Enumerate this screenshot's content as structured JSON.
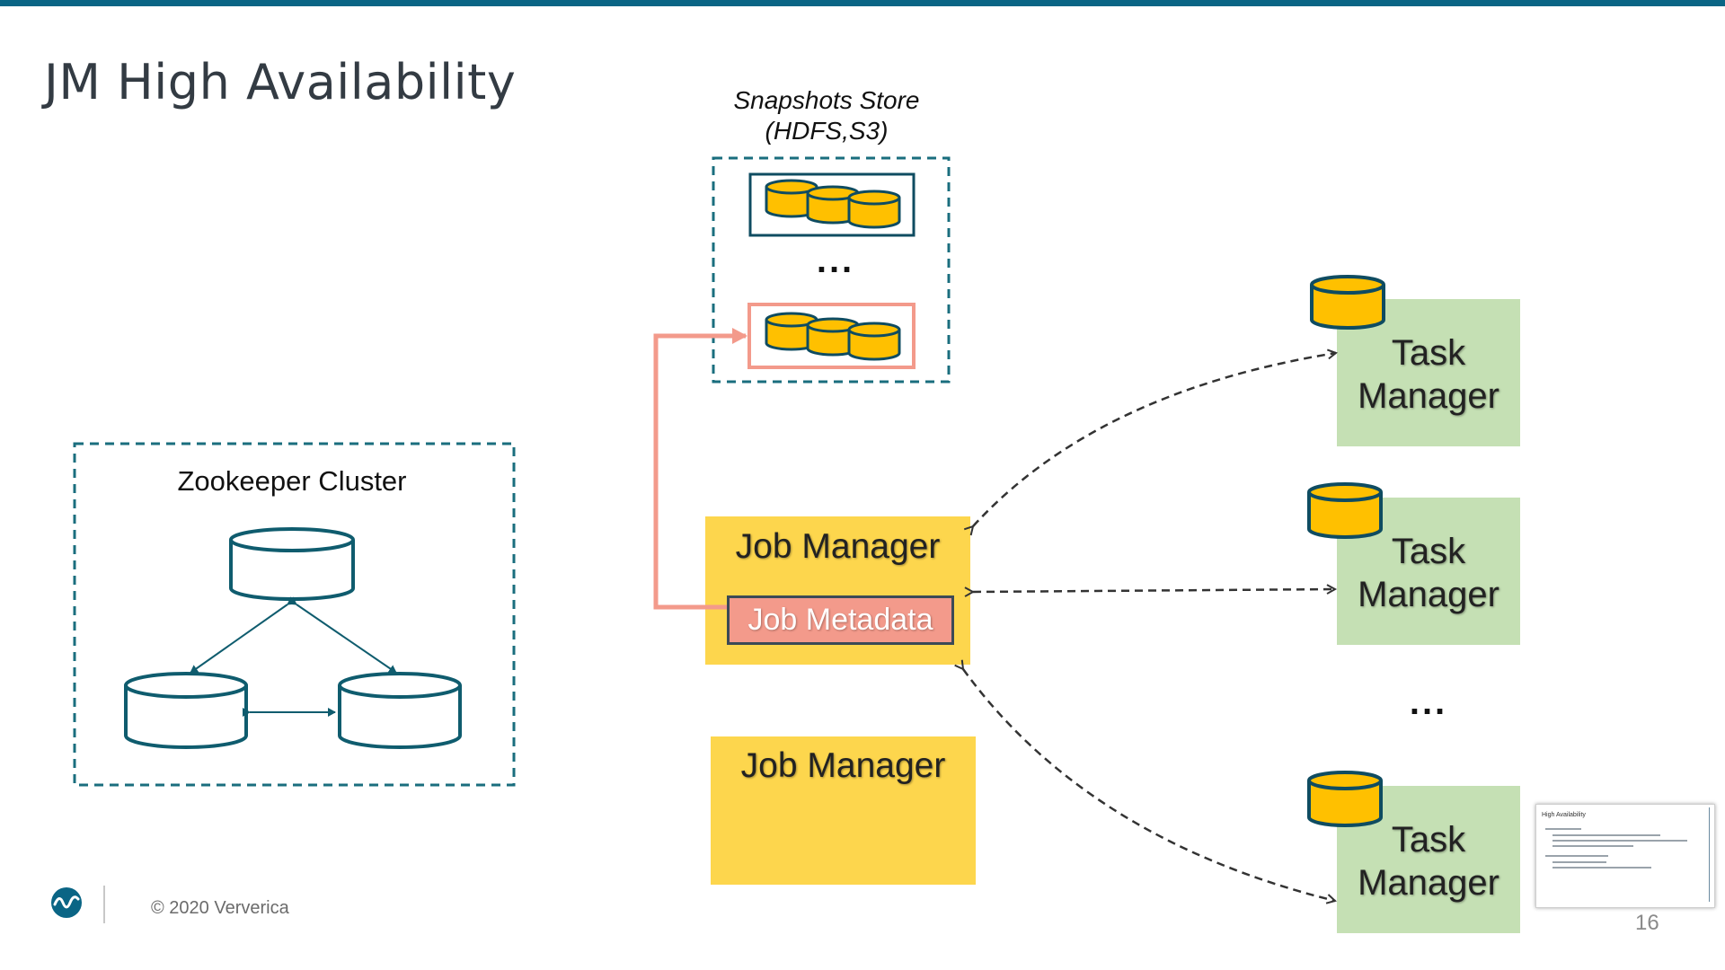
{
  "slide": {
    "title": "JM High Availability",
    "page_number": "16",
    "footer": "© 2020 Ververica",
    "accent_color": "#0a6585"
  },
  "snapshots_store": {
    "title_line1": "Snapshots Store",
    "title_line2": "(HDFS,S3)",
    "ellipsis": "..."
  },
  "zookeeper": {
    "title": "Zookeeper Cluster"
  },
  "job_managers": [
    {
      "label": "Job Manager",
      "metadata_label": "Job Metadata",
      "color": "#fdd64d"
    },
    {
      "label": "Job Manager",
      "color": "#fdd64d"
    }
  ],
  "task_managers": [
    {
      "line1": "Task",
      "line2": "Manager"
    },
    {
      "line1": "Task",
      "line2": "Manager"
    },
    {
      "line1": "Task",
      "line2": "Manager"
    }
  ],
  "task_manager_ellipsis": "...",
  "colors": {
    "task_manager": "#c5e0b4",
    "disk_fill": "#ffc000",
    "disk_stroke": "#0f4c61",
    "metadata_fill": "#f39a8b",
    "metadata_arrow": "#f39a8b",
    "dashed_border": "#1a6e7e"
  },
  "thumbnail": {
    "title": "High Availability"
  }
}
